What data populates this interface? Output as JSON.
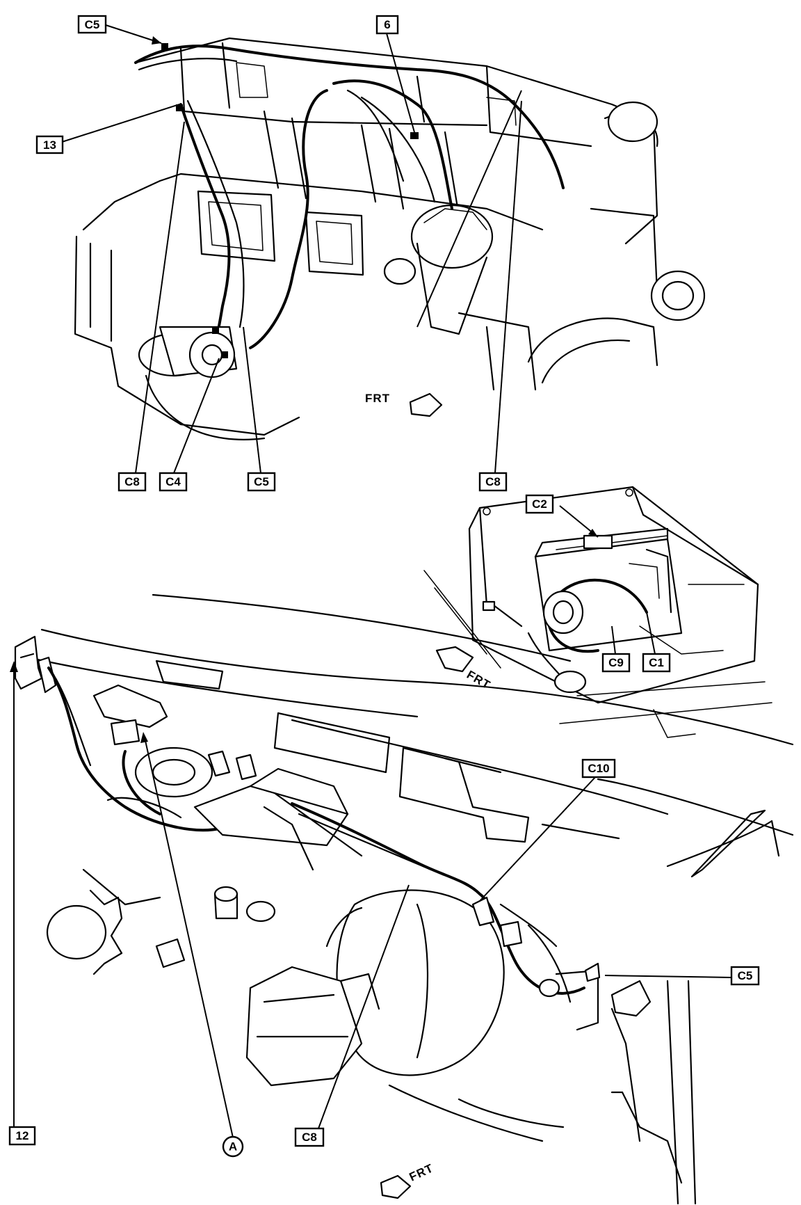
{
  "callouts": {
    "top_c5": "C5",
    "top_6": "6",
    "top_13": "13",
    "top_c8_left": "C8",
    "top_c4": "C4",
    "top_c5_bottom": "C5",
    "top_c8_right": "C8",
    "inset_c2": "C2",
    "inset_c9": "C9",
    "inset_c1": "C1",
    "bottom_c10": "C10",
    "bottom_c5": "C5",
    "bottom_12": "12",
    "bottom_a": "A",
    "bottom_c8": "C8"
  },
  "direction_labels": {
    "top": "FRT",
    "inset": "FRT",
    "bottom": "FRT"
  }
}
